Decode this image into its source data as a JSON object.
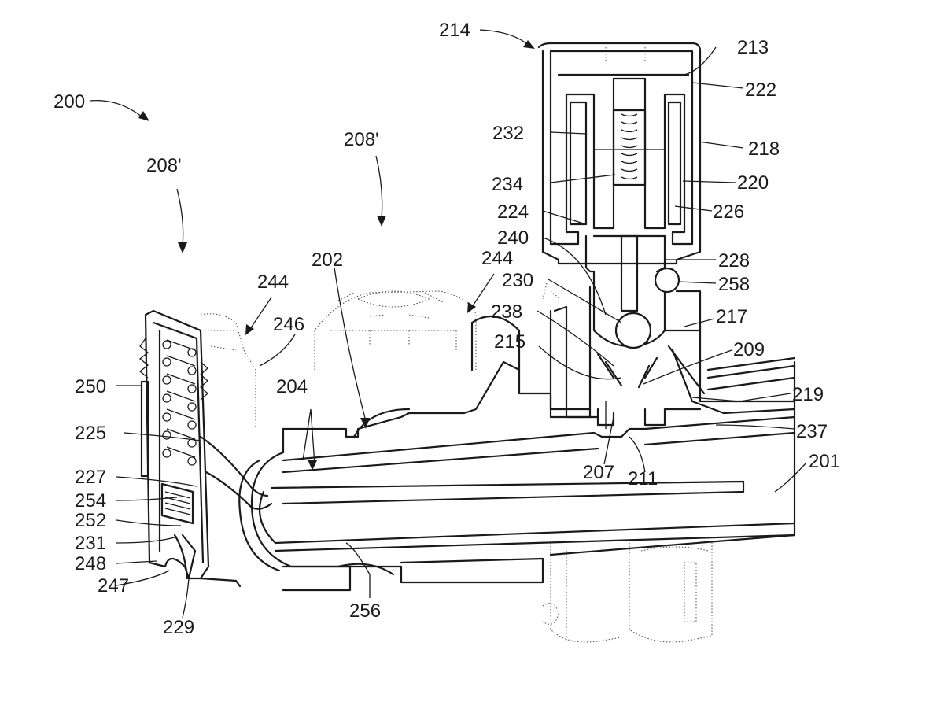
{
  "figure": {
    "labels": {
      "n200": "200",
      "n214": "214",
      "n213": "213",
      "n222": "222",
      "n232": "232",
      "n218": "218",
      "n234": "234",
      "n220": "220",
      "n224": "224",
      "n226": "226",
      "n240": "240",
      "n228": "228",
      "n230": "230",
      "n258": "258",
      "n238": "238",
      "n217": "217",
      "n215": "215",
      "n209": "209",
      "n219": "219",
      "n237": "237",
      "n201": "201",
      "n207": "207",
      "n211": "211",
      "n208a": "208'",
      "n208b": "208'",
      "n202": "202",
      "n244a": "244",
      "n244b": "244",
      "n246": "246",
      "n204": "204",
      "n250": "250",
      "n225": "225",
      "n227": "227",
      "n254": "254",
      "n252": "252",
      "n231": "231",
      "n248": "248",
      "n247": "247",
      "n229": "229",
      "n256": "256"
    }
  }
}
